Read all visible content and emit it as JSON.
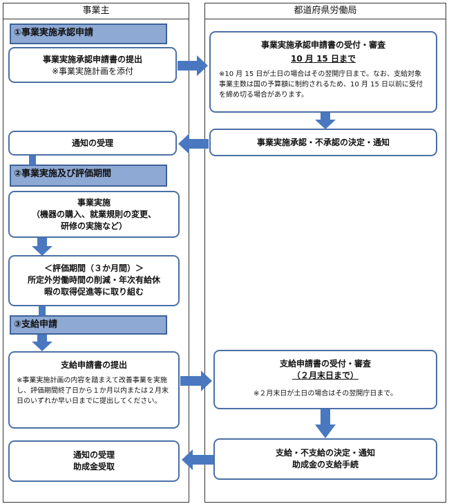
{
  "lanes": {
    "left": "事業主",
    "right": "都道府県労働局"
  },
  "sections": {
    "s1": "①事業実施承認申請",
    "s2": "②事業実施及び評価期間",
    "s3": "③支給申請"
  },
  "boxes": {
    "apply_submit": {
      "line1": "事業実施承認申請書の提出",
      "line2": "※事業実施計画を添付"
    },
    "apply_review": {
      "title": "事業実施承認申請書の受付・審査",
      "deadline": "10 月 15 日まで",
      "note": "※10 月 15 日が土日の場合はその翌開庁日まで。なお、支給対象事業主数は国の予算額に制約されるため、10 月 15 日以前に受付を締め切る場合があります。"
    },
    "notice_receive": "通知の受理",
    "decision": "事業実施承認・不承認の決定・通知",
    "implementation": {
      "line1": "事業実施",
      "line2": "（機器の購入、就業規則の変更、",
      "line3": "研修の実施など）"
    },
    "evaluation": {
      "line1": "＜評価期間（３か月間）＞",
      "line2": "所定外労働時間の削減・年次有給休",
      "line3": "暇の取得促進等に取り組む"
    },
    "payment_submit": {
      "title": "支給申請書の提出",
      "note": "※事業実施計画の内容を踏まえて改善事業を実施し、評価期間終了日から１か月以内または２月末日のいずれか早い日までに提出してください。"
    },
    "payment_review": {
      "title": "支給申請書の受付・審査",
      "deadline": "（２月末日まで）",
      "note": "※２月末日が土日の場合はその翌開庁日まで。"
    },
    "final_receive": {
      "line1": "通知の受理",
      "line2": "助成金受取"
    },
    "final_decision": {
      "line1": "支給・不支給の決定・通知",
      "line2": "助成金の支給手続"
    }
  }
}
